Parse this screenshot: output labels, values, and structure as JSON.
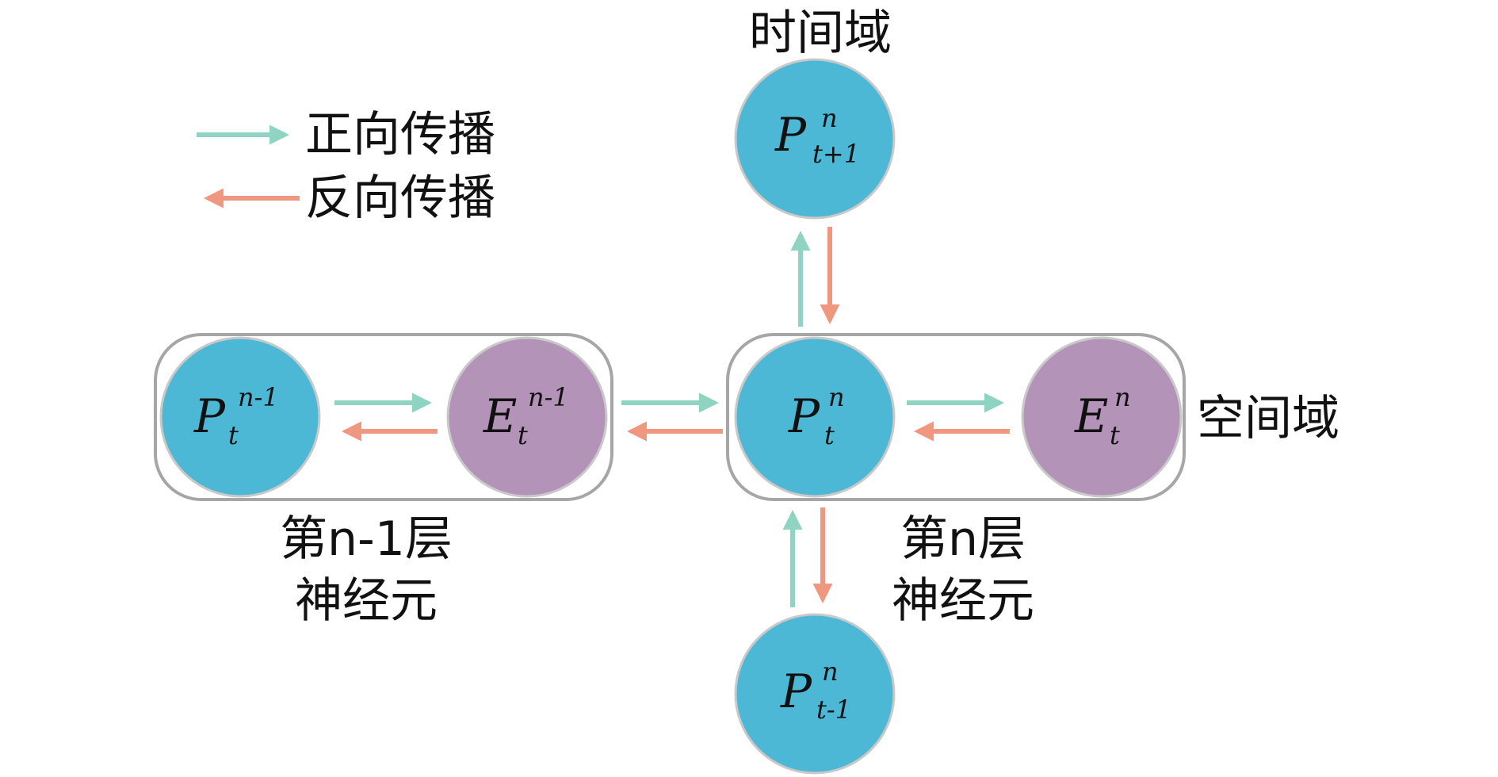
{
  "colors": {
    "p_node": "#4cb8d6",
    "e_node": "#b393b8",
    "node_stroke": "#c9c9c9",
    "forward": "#8fd3c2",
    "backward": "#f0987f",
    "group_border": "#a6a6a6"
  },
  "legend": {
    "forward_label": "正向传播",
    "backward_label": "反向传播"
  },
  "domains": {
    "time": "时间域",
    "space": "空间域"
  },
  "groups": {
    "prev": {
      "line1": "第n-1层",
      "line2": "神经元"
    },
    "curr": {
      "line1": "第n层",
      "line2": "神经元"
    }
  },
  "nodes": {
    "p_prev": {
      "base": "P",
      "sup": "n-1",
      "sub": "t"
    },
    "e_prev": {
      "base": "E",
      "sup": "n-1",
      "sub": "t"
    },
    "p_curr": {
      "base": "P",
      "sup": "n",
      "sub": "t"
    },
    "e_curr": {
      "base": "E",
      "sup": "n",
      "sub": "t"
    },
    "p_next_t": {
      "base": "P",
      "sup": "n",
      "sub": "t+1"
    },
    "p_prev_t": {
      "base": "P",
      "sup": "n",
      "sub": "t-1"
    }
  }
}
